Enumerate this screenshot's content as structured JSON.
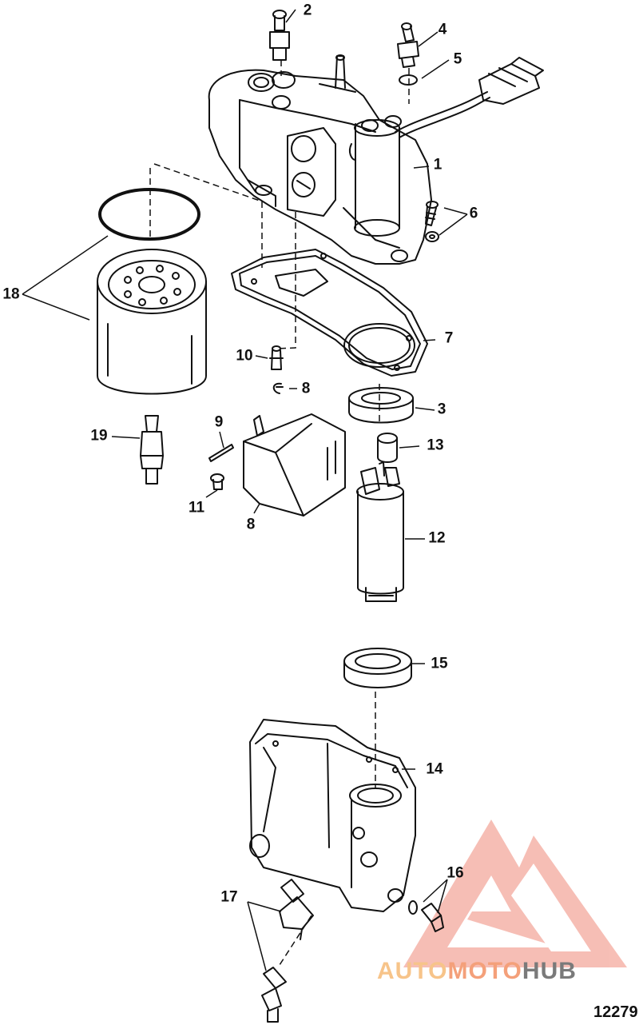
{
  "callouts": [
    "2",
    "4",
    "5",
    "1",
    "6",
    "18",
    "7",
    "10",
    "8",
    "3",
    "9",
    "19",
    "13",
    "11",
    "8",
    "12",
    "15",
    "14",
    "16",
    "17"
  ],
  "watermark": {
    "word_a": "AUTO",
    "word_b": "MOTO",
    "word_c": "HUB",
    "color_a": "#f7c48a",
    "color_b": "#f4a07a",
    "color_c": "#7a7a7a",
    "triangle_color": "#f08a7a"
  },
  "figure_number": "12279"
}
